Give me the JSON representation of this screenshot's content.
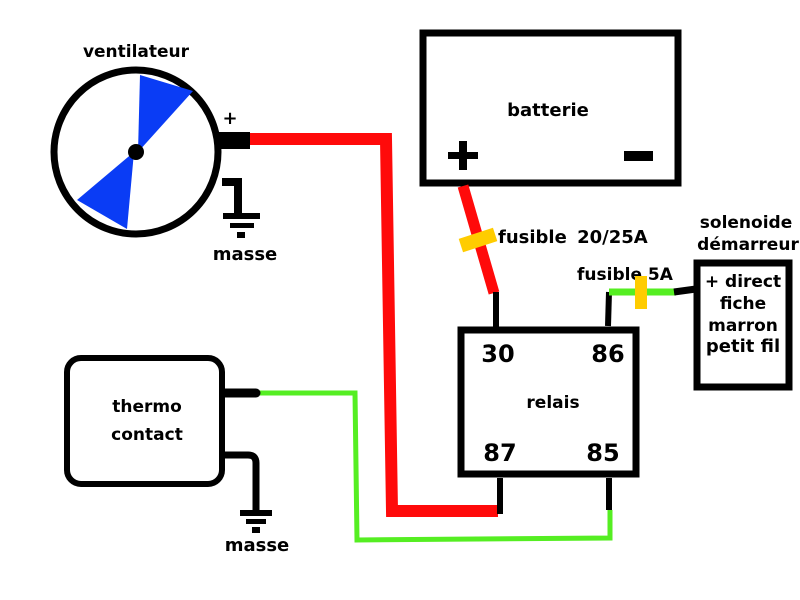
{
  "colors": {
    "line": "#000000",
    "wire_positive": "#ff0a0a",
    "wire_control": "#55ee22",
    "fuse": "#ffcc00",
    "fan_blade": "#0a3cf5",
    "background": "#ffffff"
  },
  "fan": {
    "label": "ventilateur",
    "plus_label": "+",
    "ground_label": "masse"
  },
  "battery": {
    "label": "batterie",
    "plus_terminal": "+",
    "minus_terminal": "−"
  },
  "fuses": {
    "main": {
      "label": "fusible",
      "rating": "20/25A"
    },
    "control": {
      "label": "fusible",
      "rating": "5A"
    }
  },
  "relay": {
    "label": "relais",
    "pins": {
      "p30": "30",
      "p86": "86",
      "p87": "87",
      "p85": "85"
    }
  },
  "solenoid": {
    "title_line1": "solenoide",
    "title_line2": "démarreur",
    "lines": [
      "+ direct",
      "fiche",
      "marron",
      "petit fil"
    ]
  },
  "thermo": {
    "line1": "thermo",
    "line2": "contact",
    "ground_label": "masse"
  }
}
